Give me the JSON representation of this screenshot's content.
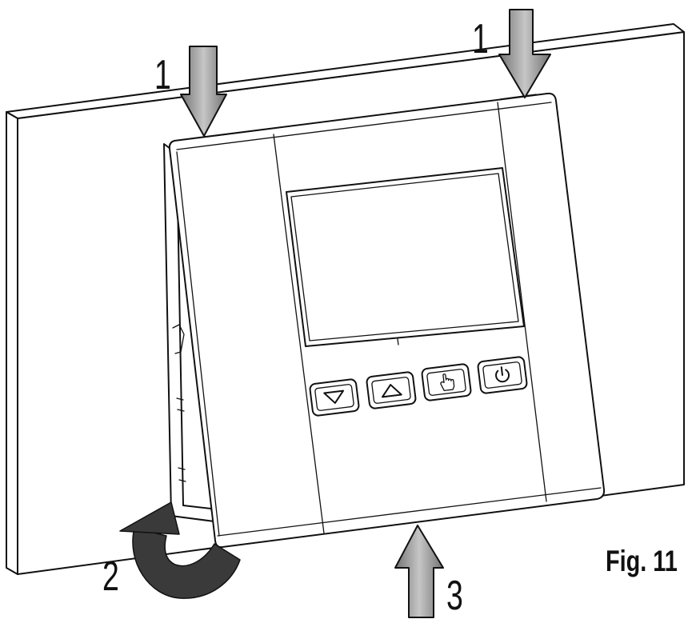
{
  "figure": {
    "caption": "Fig. 11"
  },
  "steps": {
    "step1_left": "1",
    "step1_right": "1",
    "step2": "2",
    "step3": "3"
  },
  "device": {
    "buttons": [
      {
        "icon": "down-triangle-icon"
      },
      {
        "icon": "up-triangle-icon"
      },
      {
        "icon": "hand-icon"
      },
      {
        "icon": "power-icon"
      }
    ]
  },
  "colors": {
    "line": "#111111",
    "surface": "#ffffff",
    "arrow_gray_edge": "#727272",
    "arrow_gray_center": "#c6c6c6",
    "arrow_dark": "#3a3a3a"
  }
}
